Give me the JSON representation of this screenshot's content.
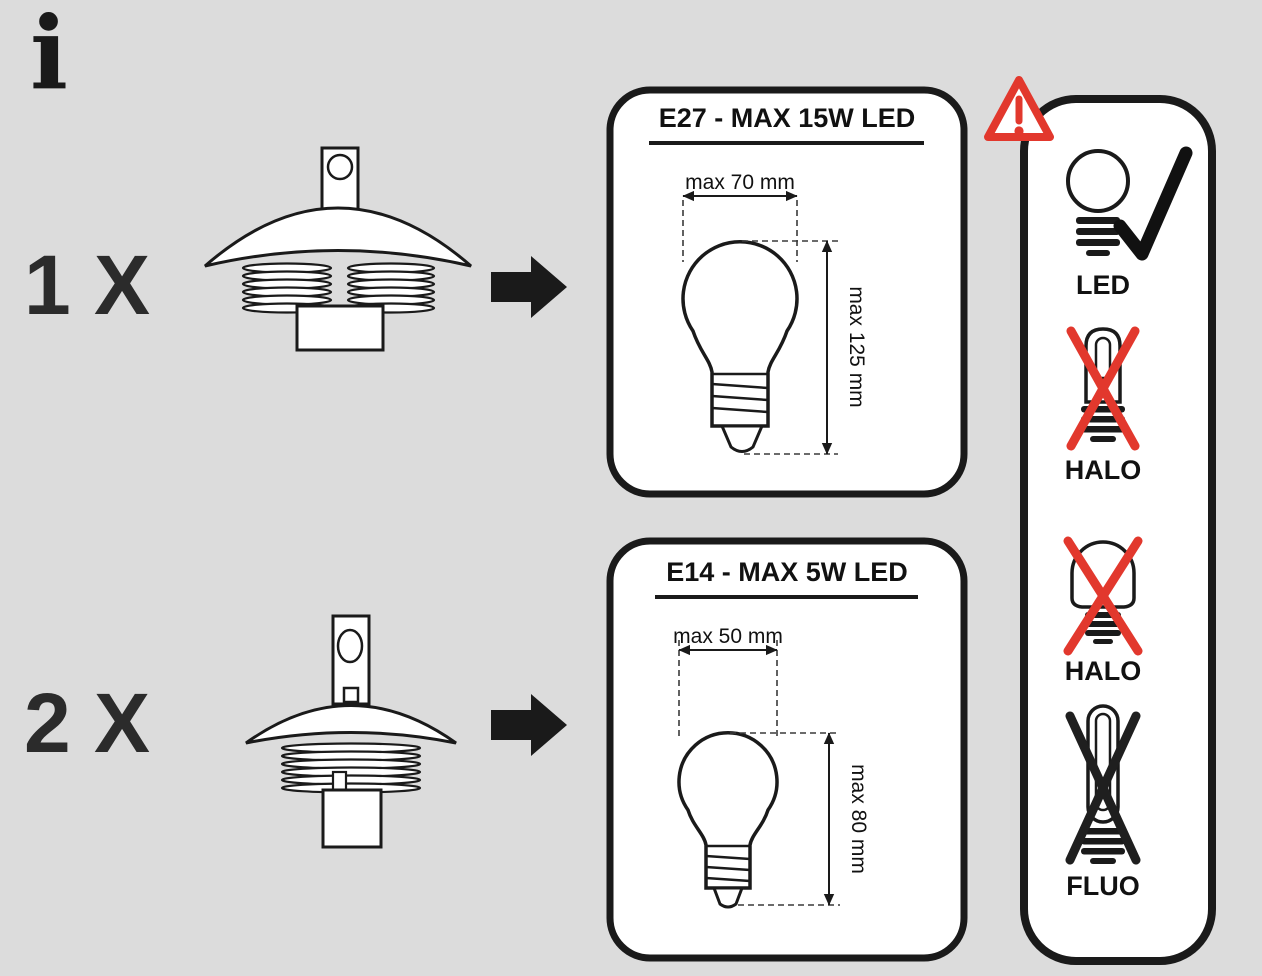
{
  "colors": {
    "background": "#dcdcdc",
    "line": "#1a1a1a",
    "panel_fill": "#ffffff",
    "warning_red": "#e2382d",
    "cross_red": "#e2382d",
    "fluo_cross": "#1f1f1f",
    "check_black": "#111111"
  },
  "info_symbol": "i",
  "fixtures": {
    "large": {
      "quantity": "1 X"
    },
    "small": {
      "quantity": "2 X"
    }
  },
  "spec_panels": {
    "e27": {
      "title": "E27 - MAX 15W LED",
      "max_width": "max 70 mm",
      "max_height": "max 125 mm"
    },
    "e14": {
      "title": "E14 - MAX 5W LED",
      "max_width": "max 50 mm",
      "max_height": "max 80 mm"
    }
  },
  "bulb_types": {
    "led": {
      "label": "LED",
      "allowed": true
    },
    "halo_capsule": {
      "label": "HALO",
      "allowed": false
    },
    "halo_round": {
      "label": "HALO",
      "allowed": false
    },
    "fluo": {
      "label": "FLUO",
      "allowed": false
    }
  }
}
